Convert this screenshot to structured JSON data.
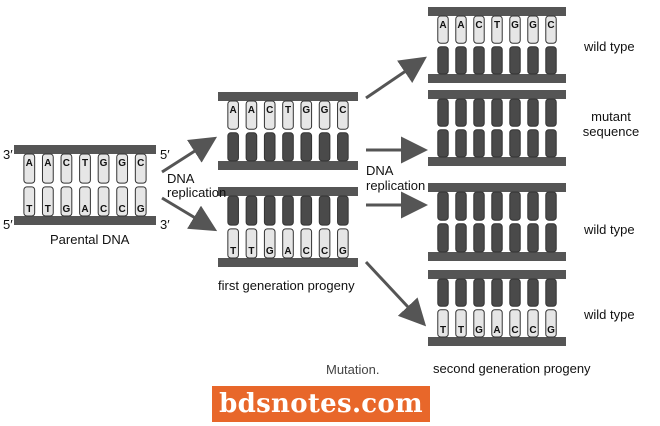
{
  "labels": {
    "parental_prime_top": "3′",
    "parental_prime_top_right": "5′",
    "parental_prime_bottom": "5′",
    "parental_prime_bottom_right": "3′",
    "parental": "Parental DNA",
    "replication_1a": "DNA",
    "replication_1b": "replication",
    "replication_2a": "DNA",
    "replication_2b": "replication",
    "first_generation": "first generation progeny",
    "second_generation": "second generation progeny",
    "mutation": "Mutation.",
    "wild_type_1": "wild type",
    "mutant_a": "mutant",
    "mutant_b": "sequence",
    "wild_type_2": "wild type",
    "wild_type_3": "wild type"
  },
  "bases": {
    "parental_top": [
      "A",
      "A",
      "C",
      "T",
      "G",
      "G",
      "C"
    ],
    "parental_bottom": [
      "T",
      "T",
      "G",
      "A",
      "C",
      "C",
      "G"
    ],
    "first_top_top": [
      "A",
      "A",
      "C",
      "T",
      "G",
      "G",
      "C"
    ],
    "first_bottom_bottom": [
      "T",
      "T",
      "G",
      "A",
      "C",
      "C",
      "G"
    ],
    "second_1_top": [
      "A",
      "A",
      "C",
      "T",
      "G",
      "G",
      "C"
    ],
    "second_4_bottom": [
      "T",
      "T",
      "G",
      "A",
      "C",
      "C",
      "G"
    ]
  },
  "watermark": "bdsnotes.com",
  "colors": {
    "rail": "#555555",
    "strand_light": "#e6e6e6",
    "strand_dark": "#4a4a4a",
    "logo_bg": "#e8672a"
  }
}
